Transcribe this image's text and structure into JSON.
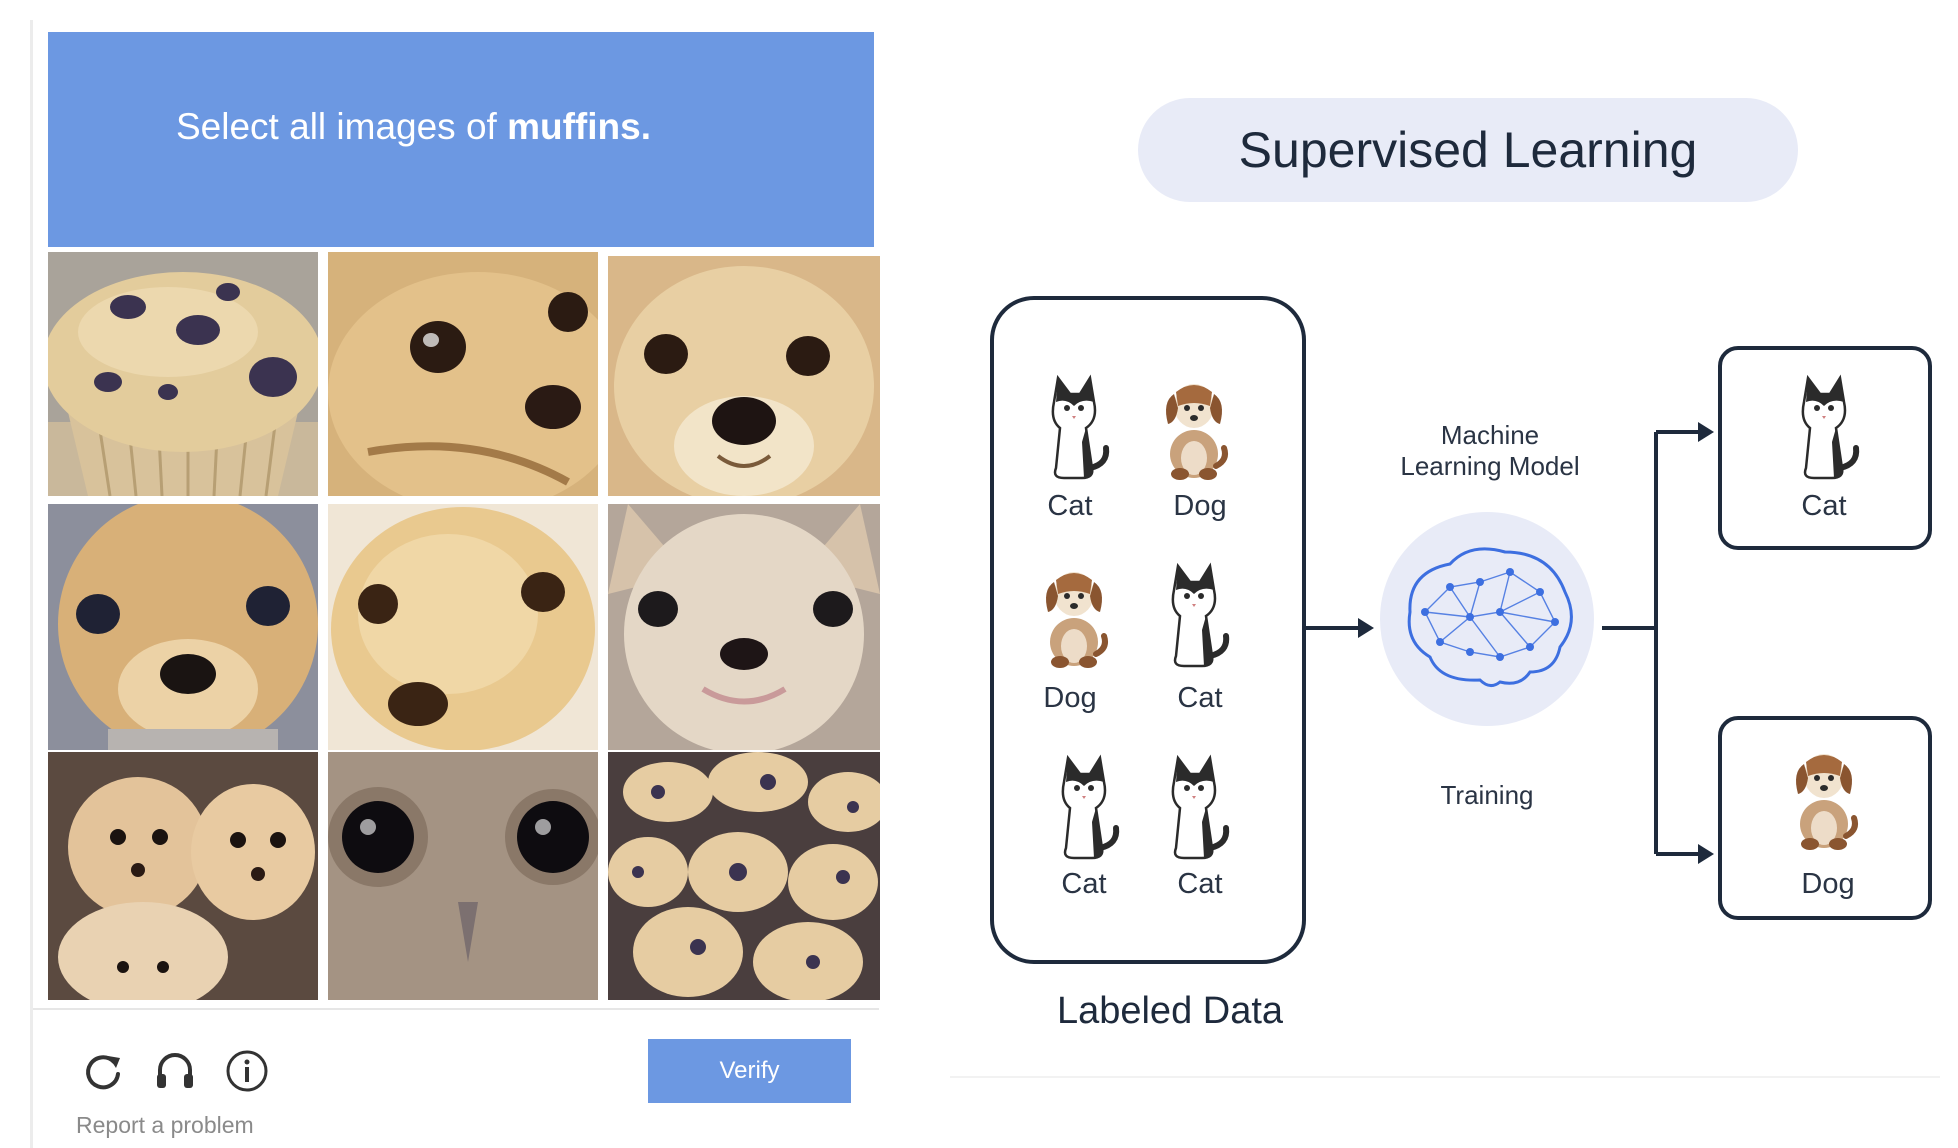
{
  "captcha": {
    "prompt_prefix": "Select all images of",
    "prompt_target": "muffins.",
    "tiles": [
      {
        "subject": "blueberry muffin"
      },
      {
        "subject": "chihuahua face"
      },
      {
        "subject": "chihuahua face"
      },
      {
        "subject": "chihuahua face"
      },
      {
        "subject": "blueberry muffin"
      },
      {
        "subject": "chihuahua face"
      },
      {
        "subject": "chihuahua puppies"
      },
      {
        "subject": "owl face"
      },
      {
        "subject": "blueberry muffins"
      }
    ],
    "reload_icon": "reload-icon",
    "audio_icon": "headphones-icon",
    "info_icon": "info-icon",
    "report_label": "Report a problem",
    "verify_label": "Verify",
    "colors": {
      "header": "#6c98e2",
      "button": "#6c98e2"
    }
  },
  "diagram": {
    "title": "Supervised Learning",
    "labeled_data": [
      {
        "animal": "cat",
        "label": "Cat"
      },
      {
        "animal": "dog",
        "label": "Dog"
      },
      {
        "animal": "dog",
        "label": "Dog"
      },
      {
        "animal": "cat",
        "label": "Cat"
      },
      {
        "animal": "cat",
        "label": "Cat"
      },
      {
        "animal": "cat",
        "label": "Cat"
      }
    ],
    "labeled_caption": "Labeled Data",
    "model_line1": "Machine",
    "model_line2": "Learning Model",
    "training_label": "Training",
    "outputs": [
      {
        "animal": "cat",
        "label": "Cat"
      },
      {
        "animal": "dog",
        "label": "Dog"
      }
    ],
    "colors": {
      "ink": "#1e2a3c",
      "pill": "#e8ebf7",
      "brain": "#3d6fe0"
    }
  }
}
